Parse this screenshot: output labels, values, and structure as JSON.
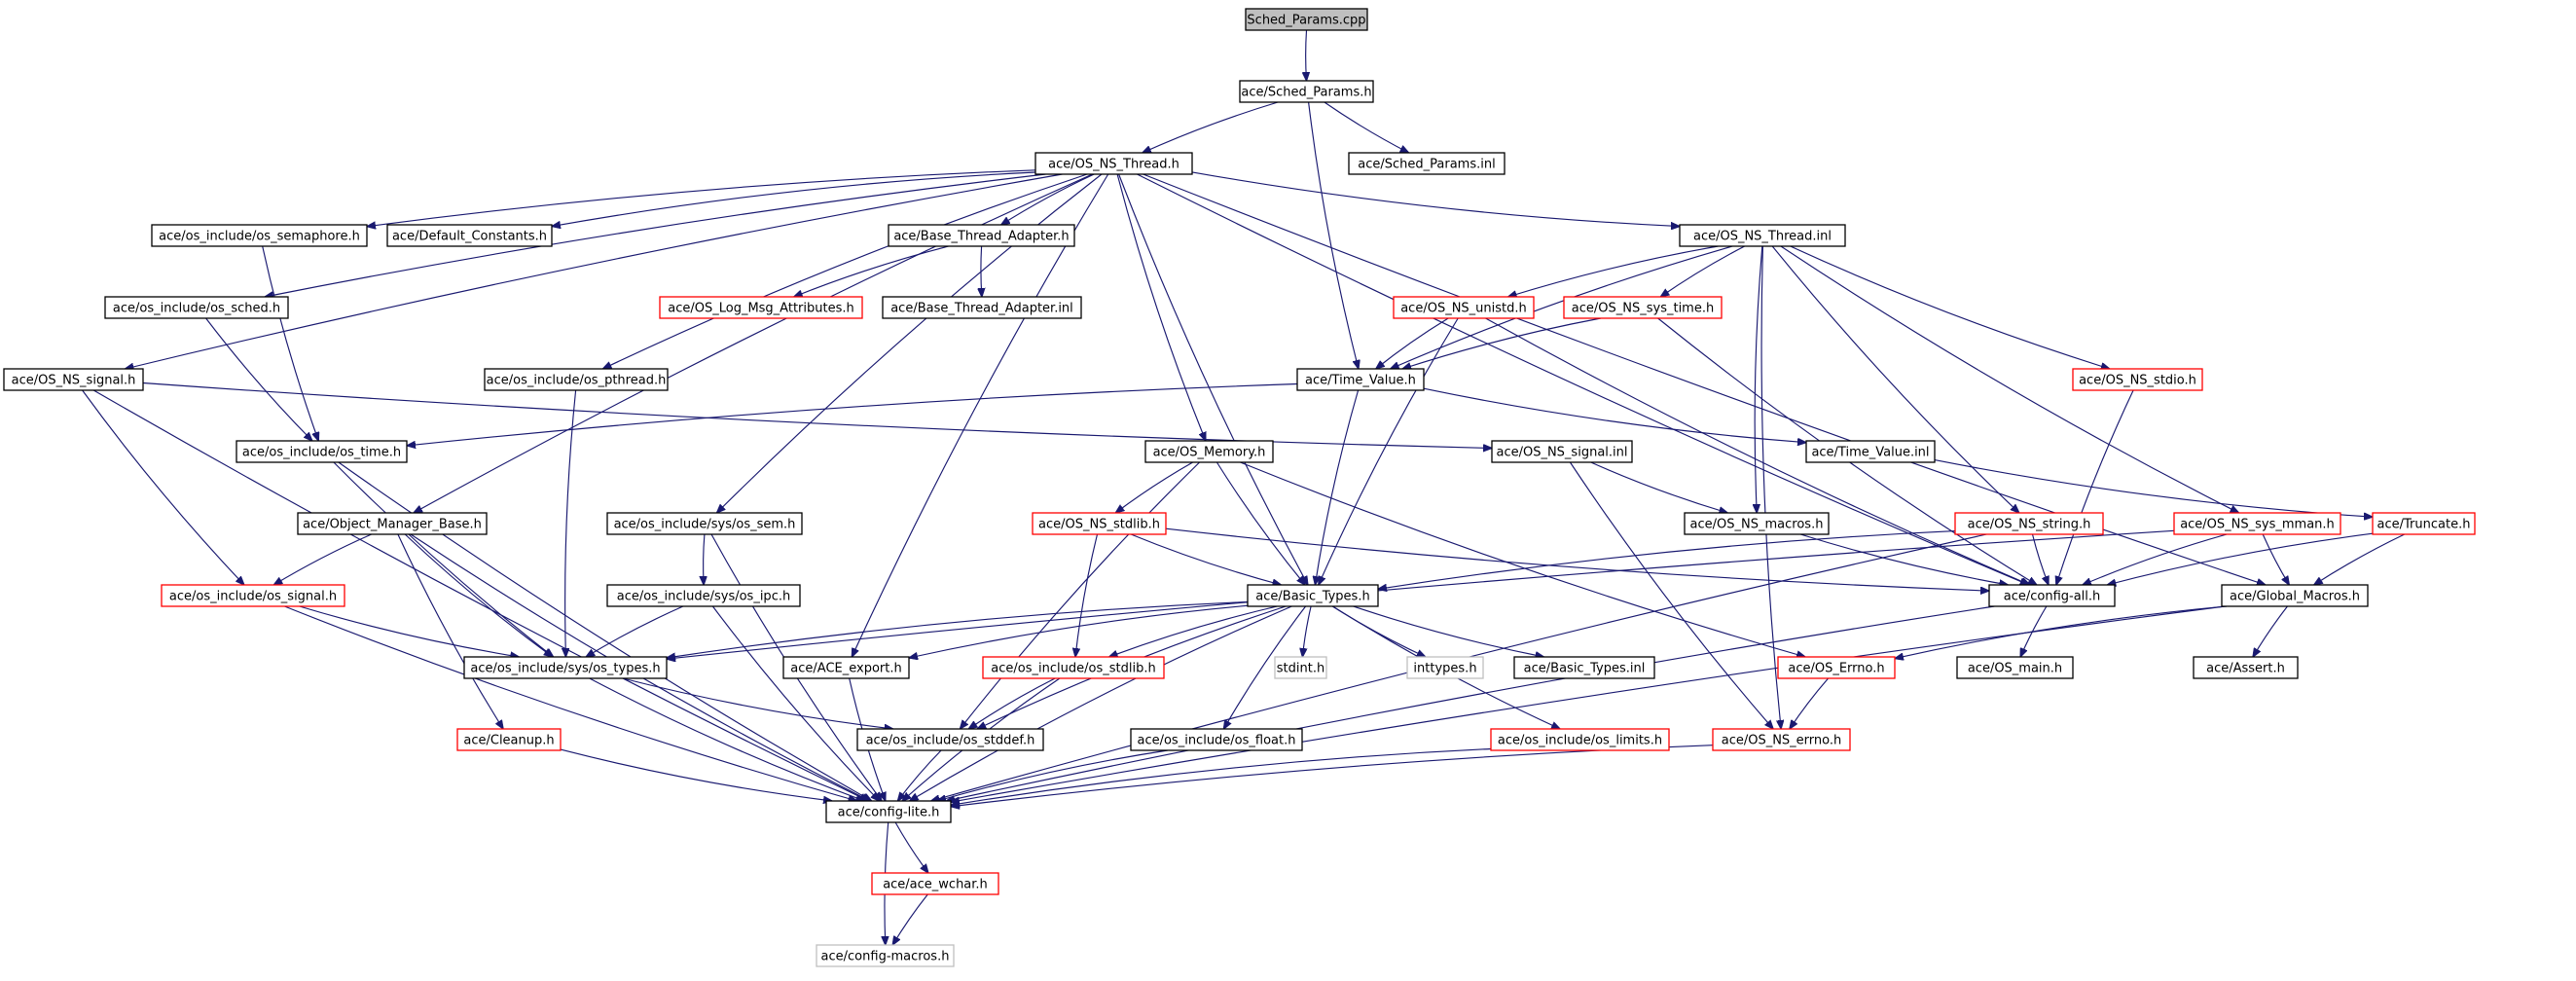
{
  "diagram": {
    "colors": {
      "root_fill": "#bfbfbf",
      "node_fill": "#ffffff",
      "normal_border": "#000000",
      "truncated_border": "#ff0000",
      "system_border": "#bfbfbf",
      "edge": "#191970"
    },
    "nodes": [
      {
        "id": "sched_cpp",
        "label": "Sched_Params.cpp",
        "kind": "root"
      },
      {
        "id": "sched_h",
        "label": "ace/Sched_Params.h",
        "kind": "normal"
      },
      {
        "id": "sched_inl",
        "label": "ace/Sched_Params.inl",
        "kind": "normal"
      },
      {
        "id": "os_ns_thread_h",
        "label": "ace/OS_NS_Thread.h",
        "kind": "normal"
      },
      {
        "id": "os_semaphore",
        "label": "ace/os_include/os_semaphore.h",
        "kind": "normal"
      },
      {
        "id": "default_constants",
        "label": "ace/Default_Constants.h",
        "kind": "normal"
      },
      {
        "id": "base_thread_adapter",
        "label": "ace/Base_Thread_Adapter.h",
        "kind": "normal"
      },
      {
        "id": "os_ns_thread_inl",
        "label": "ace/OS_NS_Thread.inl",
        "kind": "normal"
      },
      {
        "id": "os_sched",
        "label": "ace/os_include/os_sched.h",
        "kind": "normal"
      },
      {
        "id": "os_log_msg",
        "label": "ace/OS_Log_Msg_Attributes.h",
        "kind": "truncated"
      },
      {
        "id": "base_thread_adapter_inl",
        "label": "ace/Base_Thread_Adapter.inl",
        "kind": "normal"
      },
      {
        "id": "os_ns_unistd",
        "label": "ace/OS_NS_unistd.h",
        "kind": "truncated"
      },
      {
        "id": "os_ns_sys_time",
        "label": "ace/OS_NS_sys_time.h",
        "kind": "truncated"
      },
      {
        "id": "os_ns_signal_h",
        "label": "ace/OS_NS_signal.h",
        "kind": "normal"
      },
      {
        "id": "os_pthread",
        "label": "ace/os_include/os_pthread.h",
        "kind": "normal"
      },
      {
        "id": "time_value_h",
        "label": "ace/Time_Value.h",
        "kind": "normal"
      },
      {
        "id": "os_ns_stdio",
        "label": "ace/OS_NS_stdio.h",
        "kind": "truncated"
      },
      {
        "id": "os_time",
        "label": "ace/os_include/os_time.h",
        "kind": "normal"
      },
      {
        "id": "os_memory",
        "label": "ace/OS_Memory.h",
        "kind": "normal"
      },
      {
        "id": "os_ns_signal_inl",
        "label": "ace/OS_NS_signal.inl",
        "kind": "normal"
      },
      {
        "id": "time_value_inl",
        "label": "ace/Time_Value.inl",
        "kind": "normal"
      },
      {
        "id": "object_manager_base",
        "label": "ace/Object_Manager_Base.h",
        "kind": "normal"
      },
      {
        "id": "os_sem",
        "label": "ace/os_include/sys/os_sem.h",
        "kind": "normal"
      },
      {
        "id": "os_ns_stdlib",
        "label": "ace/OS_NS_stdlib.h",
        "kind": "truncated"
      },
      {
        "id": "os_ns_macros",
        "label": "ace/OS_NS_macros.h",
        "kind": "normal"
      },
      {
        "id": "os_ns_string",
        "label": "ace/OS_NS_string.h",
        "kind": "truncated"
      },
      {
        "id": "os_ns_sys_mman",
        "label": "ace/OS_NS_sys_mman.h",
        "kind": "truncated"
      },
      {
        "id": "truncate",
        "label": "ace/Truncate.h",
        "kind": "truncated"
      },
      {
        "id": "os_signal",
        "label": "ace/os_include/os_signal.h",
        "kind": "truncated"
      },
      {
        "id": "os_ipc",
        "label": "ace/os_include/sys/os_ipc.h",
        "kind": "normal"
      },
      {
        "id": "basic_types_h",
        "label": "ace/Basic_Types.h",
        "kind": "normal"
      },
      {
        "id": "config_all",
        "label": "ace/config-all.h",
        "kind": "normal"
      },
      {
        "id": "global_macros",
        "label": "ace/Global_Macros.h",
        "kind": "normal"
      },
      {
        "id": "os_types",
        "label": "ace/os_include/sys/os_types.h",
        "kind": "normal"
      },
      {
        "id": "ace_export",
        "label": "ace/ACE_export.h",
        "kind": "normal"
      },
      {
        "id": "os_stdlib",
        "label": "ace/os_include/os_stdlib.h",
        "kind": "truncated"
      },
      {
        "id": "stdint",
        "label": "stdint.h",
        "kind": "system"
      },
      {
        "id": "inttypes",
        "label": "inttypes.h",
        "kind": "system"
      },
      {
        "id": "basic_types_inl",
        "label": "ace/Basic_Types.inl",
        "kind": "normal"
      },
      {
        "id": "os_errno",
        "label": "ace/OS_Errno.h",
        "kind": "truncated"
      },
      {
        "id": "os_main",
        "label": "ace/OS_main.h",
        "kind": "normal"
      },
      {
        "id": "assert_h",
        "label": "ace/Assert.h",
        "kind": "normal"
      },
      {
        "id": "cleanup",
        "label": "ace/Cleanup.h",
        "kind": "truncated"
      },
      {
        "id": "os_stddef",
        "label": "ace/os_include/os_stddef.h",
        "kind": "normal"
      },
      {
        "id": "os_float",
        "label": "ace/os_include/os_float.h",
        "kind": "normal"
      },
      {
        "id": "os_limits",
        "label": "ace/os_include/os_limits.h",
        "kind": "truncated"
      },
      {
        "id": "os_ns_errno",
        "label": "ace/OS_NS_errno.h",
        "kind": "truncated"
      },
      {
        "id": "config_lite",
        "label": "ace/config-lite.h",
        "kind": "normal"
      },
      {
        "id": "ace_wchar",
        "label": "ace/ace_wchar.h",
        "kind": "truncated"
      },
      {
        "id": "config_macros",
        "label": "ace/config-macros.h",
        "kind": "system"
      }
    ],
    "edges": [
      [
        "sched_cpp",
        "sched_h"
      ],
      [
        "sched_h",
        "os_ns_thread_h"
      ],
      [
        "sched_h",
        "sched_inl"
      ],
      [
        "sched_h",
        "time_value_h"
      ],
      [
        "os_ns_thread_h",
        "os_semaphore"
      ],
      [
        "os_ns_thread_h",
        "default_constants"
      ],
      [
        "os_ns_thread_h",
        "base_thread_adapter"
      ],
      [
        "os_ns_thread_h",
        "os_ns_thread_inl"
      ],
      [
        "os_ns_thread_h",
        "os_sched"
      ],
      [
        "os_ns_thread_h",
        "os_ns_signal_h"
      ],
      [
        "os_ns_thread_h",
        "os_pthread"
      ],
      [
        "os_ns_thread_h",
        "object_manager_base"
      ],
      [
        "os_ns_thread_h",
        "os_sem"
      ],
      [
        "os_ns_thread_h",
        "os_memory"
      ],
      [
        "os_ns_thread_h",
        "ace_export"
      ],
      [
        "os_ns_thread_h",
        "basic_types_h"
      ],
      [
        "os_ns_thread_h",
        "config_all"
      ],
      [
        "os_ns_thread_h",
        "global_macros"
      ],
      [
        "base_thread_adapter",
        "os_log_msg"
      ],
      [
        "base_thread_adapter",
        "base_thread_adapter_inl"
      ],
      [
        "os_ns_thread_inl",
        "os_ns_unistd"
      ],
      [
        "os_ns_thread_inl",
        "os_ns_sys_time"
      ],
      [
        "os_ns_thread_inl",
        "time_value_h"
      ],
      [
        "os_ns_thread_inl",
        "os_ns_stdio"
      ],
      [
        "os_ns_thread_inl",
        "os_ns_string"
      ],
      [
        "os_ns_thread_inl",
        "os_ns_sys_mman"
      ],
      [
        "os_ns_thread_inl",
        "os_ns_macros"
      ],
      [
        "os_ns_thread_inl",
        "os_ns_errno"
      ],
      [
        "os_semaphore",
        "os_time"
      ],
      [
        "os_sched",
        "os_time"
      ],
      [
        "os_ns_unistd",
        "time_value_h"
      ],
      [
        "os_ns_unistd",
        "basic_types_h"
      ],
      [
        "os_ns_unistd",
        "config_all"
      ],
      [
        "os_ns_sys_time",
        "time_value_h"
      ],
      [
        "os_ns_sys_time",
        "config_all"
      ],
      [
        "os_ns_signal_h",
        "os_ns_signal_inl"
      ],
      [
        "os_ns_signal_h",
        "os_signal"
      ],
      [
        "os_ns_signal_h",
        "config_lite"
      ],
      [
        "os_pthread",
        "os_types"
      ],
      [
        "time_value_h",
        "os_time"
      ],
      [
        "time_value_h",
        "time_value_inl"
      ],
      [
        "time_value_h",
        "basic_types_h"
      ],
      [
        "os_ns_stdio",
        "config_all"
      ],
      [
        "os_time",
        "os_types"
      ],
      [
        "os_time",
        "config_lite"
      ],
      [
        "os_memory",
        "os_ns_stdlib"
      ],
      [
        "os_memory",
        "basic_types_h"
      ],
      [
        "os_memory",
        "os_errno"
      ],
      [
        "os_memory",
        "os_stddef"
      ],
      [
        "os_ns_signal_inl",
        "os_ns_macros"
      ],
      [
        "os_ns_signal_inl",
        "os_ns_errno"
      ],
      [
        "time_value_inl",
        "truncate"
      ],
      [
        "object_manager_base",
        "os_signal"
      ],
      [
        "object_manager_base",
        "os_types"
      ],
      [
        "object_manager_base",
        "cleanup"
      ],
      [
        "object_manager_base",
        "config_lite"
      ],
      [
        "os_sem",
        "os_ipc"
      ],
      [
        "os_sem",
        "config_lite"
      ],
      [
        "os_ns_stdlib",
        "basic_types_h"
      ],
      [
        "os_ns_stdlib",
        "os_stdlib"
      ],
      [
        "os_ns_stdlib",
        "config_all"
      ],
      [
        "os_ns_macros",
        "config_all"
      ],
      [
        "os_ns_string",
        "basic_types_h"
      ],
      [
        "os_ns_string",
        "config_all"
      ],
      [
        "os_ns_string",
        "config_lite"
      ],
      [
        "os_ns_sys_mman",
        "os_types"
      ],
      [
        "os_ns_sys_mman",
        "config_all"
      ],
      [
        "os_ns_sys_mman",
        "global_macros"
      ],
      [
        "truncate",
        "config_all"
      ],
      [
        "truncate",
        "global_macros"
      ],
      [
        "os_signal",
        "os_types"
      ],
      [
        "os_signal",
        "config_lite"
      ],
      [
        "os_ipc",
        "os_types"
      ],
      [
        "os_ipc",
        "config_lite"
      ],
      [
        "basic_types_h",
        "os_types"
      ],
      [
        "basic_types_h",
        "ace_export"
      ],
      [
        "basic_types_h",
        "os_stdlib"
      ],
      [
        "basic_types_h",
        "stdint"
      ],
      [
        "basic_types_h",
        "inttypes"
      ],
      [
        "basic_types_h",
        "basic_types_inl"
      ],
      [
        "basic_types_h",
        "os_stddef"
      ],
      [
        "basic_types_h",
        "os_float"
      ],
      [
        "basic_types_h",
        "os_limits"
      ],
      [
        "basic_types_h",
        "config_lite"
      ],
      [
        "config_all",
        "os_main"
      ],
      [
        "config_all",
        "config_lite"
      ],
      [
        "global_macros",
        "os_errno"
      ],
      [
        "global_macros",
        "assert_h"
      ],
      [
        "global_macros",
        "config_lite"
      ],
      [
        "os_types",
        "os_stddef"
      ],
      [
        "os_types",
        "config_lite"
      ],
      [
        "ace_export",
        "config_lite"
      ],
      [
        "os_stdlib",
        "os_stddef"
      ],
      [
        "os_stdlib",
        "config_lite"
      ],
      [
        "os_errno",
        "os_ns_errno"
      ],
      [
        "cleanup",
        "config_lite"
      ],
      [
        "os_stddef",
        "config_lite"
      ],
      [
        "os_float",
        "config_lite"
      ],
      [
        "os_limits",
        "config_lite"
      ],
      [
        "os_ns_errno",
        "config_lite"
      ],
      [
        "config_lite",
        "ace_wchar"
      ],
      [
        "config_lite",
        "config_macros"
      ],
      [
        "ace_wchar",
        "config_macros"
      ]
    ]
  }
}
